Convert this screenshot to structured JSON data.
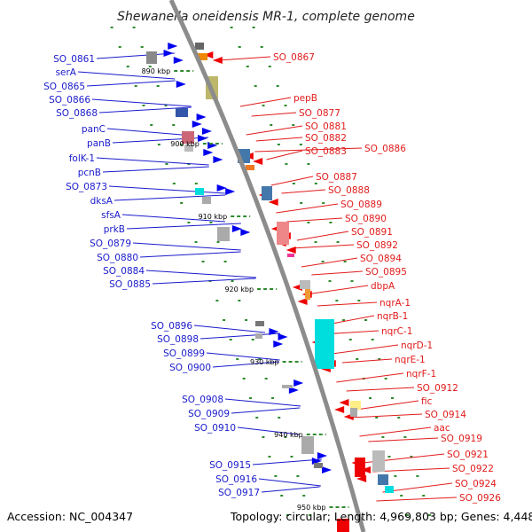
{
  "title": "Shewanella oneidensis MR-1, complete genome",
  "footer": {
    "accession": "Accession: NC_004347",
    "topology": "Topology: circular; Length: 4,969,803 bp; Genes: 4,448"
  },
  "colors": {
    "backbone": "#8c8c8c",
    "forward_arrow": "#0000ee",
    "reverse_arrow": "#ee0000",
    "left_label": "#1a1acc",
    "right_label": "#e21b1b",
    "tick": "#2e8b2e"
  },
  "kbp_ticks": [
    "890 kbp",
    "900 kbp",
    "910 kbp",
    "920 kbp",
    "930 kbp",
    "940 kbp",
    "950 kbp"
  ],
  "left_labels": [
    "SO_0861",
    "serA",
    "SO_0865",
    "SO_0866",
    "SO_0868",
    "panC",
    "panB",
    "folK-1",
    "pcnB",
    "SO_0873",
    "dksA",
    "sfsA",
    "prkB",
    "SO_0879",
    "SO_0880",
    "SO_0884",
    "SO_0885",
    "SO_0896",
    "SO_0898",
    "SO_0899",
    "SO_0900",
    "SO_0908",
    "SO_0909",
    "SO_0910",
    "SO_0915",
    "SO_0916",
    "SO_0917"
  ],
  "right_labels": [
    "SO_0867",
    "pepB",
    "SO_0877",
    "SO_0881",
    "SO_0882",
    "SO_0883",
    "SO_0886",
    "SO_0887",
    "SO_0888",
    "SO_0889",
    "SO_0890",
    "SO_0891",
    "SO_0892",
    "SO_0894",
    "SO_0895",
    "dbpA",
    "nqrA-1",
    "nqrB-1",
    "nqrC-1",
    "nqrD-1",
    "nqrE-1",
    "nqrF-1",
    "SO_0912",
    "fic",
    "SO_0914",
    "aac",
    "SO_0919",
    "SO_0921",
    "SO_0922",
    "SO_0924",
    "SO_0926"
  ]
}
